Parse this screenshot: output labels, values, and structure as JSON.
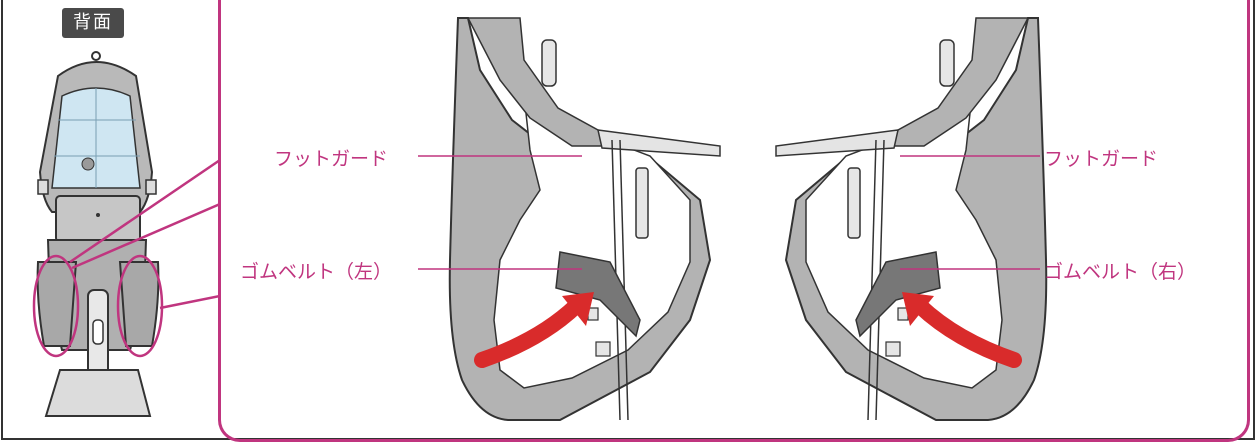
{
  "view_label": "背面",
  "labels": {
    "foot_guard_left": "フットガード",
    "rubber_belt_left": "ゴムベルト（左）",
    "foot_guard_right": "フットガード",
    "rubber_belt_right": "ゴムベルト（右）"
  },
  "colors": {
    "accent": "#c0357f",
    "arrow": "#d92b2b",
    "fabric_gray": "#b3b3b3",
    "belt_gray": "#777777",
    "window_blue": "#cfe6f2"
  }
}
